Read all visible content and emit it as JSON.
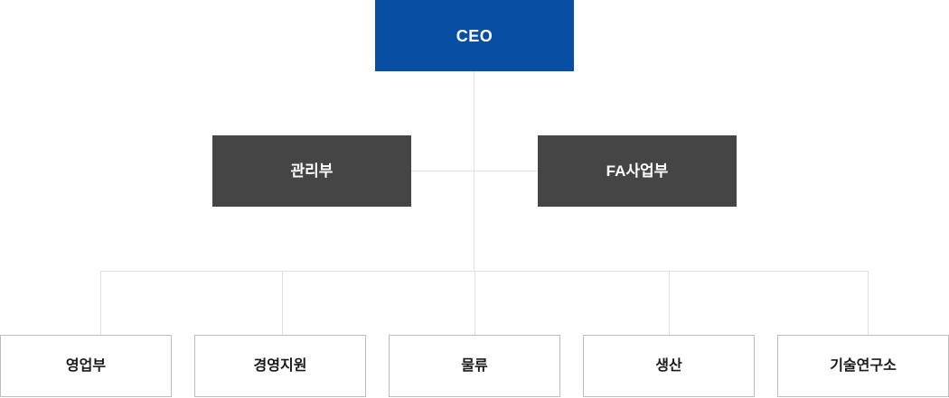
{
  "org_chart": {
    "root": {
      "label": "CEO"
    },
    "departments": [
      {
        "label": "관리부"
      },
      {
        "label": "FA사업부"
      }
    ],
    "teams": [
      {
        "label": "영업부"
      },
      {
        "label": "경영지원"
      },
      {
        "label": "물류"
      },
      {
        "label": "생산"
      },
      {
        "label": "기술연구소"
      }
    ],
    "colors": {
      "root_bg": "#084ea2",
      "root_text": "#ffffff",
      "dept_bg": "#454545",
      "dept_text": "#ffffff",
      "team_bg": "#ffffff",
      "team_border": "#bdbdbd",
      "team_text": "#1a1a1a",
      "connector": "#e0e0e0"
    }
  }
}
